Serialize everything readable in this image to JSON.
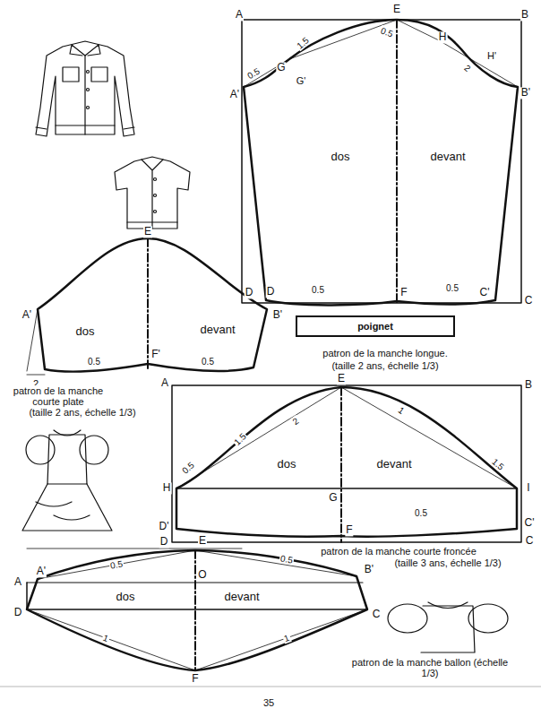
{
  "diagram": {
    "nodes": [
      {
        "text": [
          "poignet"
        ]
      }
    ],
    "labels": [
      "A",
      "E",
      "B",
      "1.5",
      "0.5",
      "G",
      "G'",
      "H",
      "H'",
      "2",
      "0.5",
      "A'",
      "B'",
      "dos",
      "devant",
      "D",
      "D",
      "0.5",
      "F",
      "0.5",
      "C'",
      "C",
      "patron de la manche longue.",
      "(taille 2 ans, échelle 1/3)",
      "E",
      "A'",
      "B'",
      "dos",
      "devant",
      "2",
      "0.5",
      "F'",
      "0.5",
      "patron de la manche",
      "courte plate",
      "(taille 2 ans, échelle 1/3)",
      "A",
      "E",
      "B",
      "2",
      "1.5",
      "0.5",
      "1",
      "1.5",
      "dos",
      "devant",
      "H",
      "G",
      "I",
      "0.5",
      "D'",
      "C'",
      "D",
      "F",
      "C",
      "patron de la manche courte froncée",
      "(taille 3 ans, échelle 1/3)",
      "E",
      "A'",
      "A",
      "0.5",
      "O",
      "0.5",
      "B'",
      "dos",
      "devant",
      "D",
      "C",
      "1",
      "1",
      "F",
      "patron de la manche ballon (échelle 1/3)",
      "35"
    ]
  }
}
